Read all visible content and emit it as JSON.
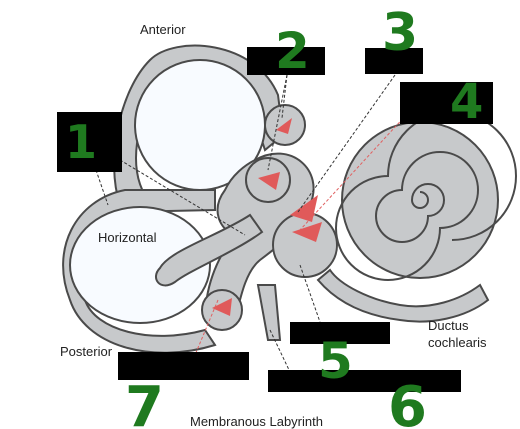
{
  "labels": {
    "anterior": "Anterior",
    "horizontal": "Horizontal",
    "posterior": "Posterior",
    "ductus_line1": "Ductus",
    "ductus_line2": "cochlearis",
    "membranous_partial": "Membranous Labyrinth"
  },
  "markers": [
    "1",
    "2",
    "3",
    "4",
    "5",
    "6",
    "7"
  ],
  "colors": {
    "membrane": "#c7c9cb",
    "outline": "#4a4a4a",
    "sensory_red": "#e05a5a",
    "marker_green": "#1f7a1f",
    "redaction_box": "#000000"
  }
}
